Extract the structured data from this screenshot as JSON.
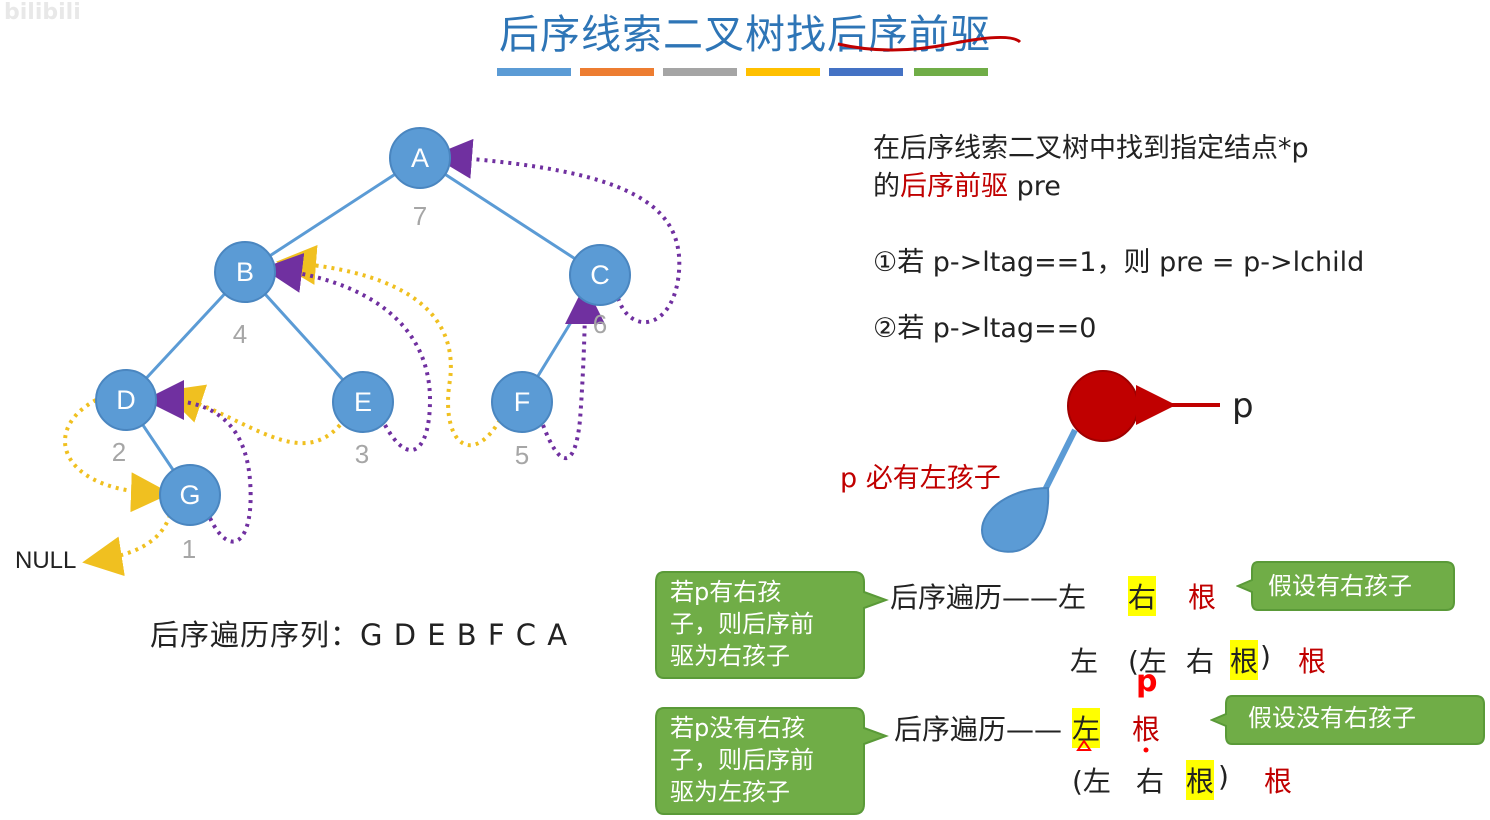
{
  "watermark": "bilibili",
  "title": "后序线索二叉树找后序前驱",
  "stripes": [
    "#5b9bd5",
    "#ed7d31",
    "#a5a5a5",
    "#ffc000",
    "#4472c4",
    "#70ad47"
  ],
  "tree": {
    "nodes": [
      {
        "label": "A",
        "order": "7"
      },
      {
        "label": "B",
        "order": "4"
      },
      {
        "label": "C",
        "order": "6"
      },
      {
        "label": "D",
        "order": "2"
      },
      {
        "label": "E",
        "order": "3"
      },
      {
        "label": "F",
        "order": "5"
      },
      {
        "label": "G",
        "order": "1"
      }
    ],
    "null_label": "NULL",
    "colors": {
      "node": "#5b9bd5",
      "edge": "#5b9bd5",
      "pred_thread": "#f0c020",
      "succ_thread": "#7030a0"
    }
  },
  "sequence": "后序遍历序列：G D E B F C A",
  "description": {
    "line1": "在后序线索二叉树中找到指定结点*p",
    "line2_prefix": "的",
    "line2_red": "后序前驱",
    "line2_suffix": " pre",
    "rule1": "①若 p->ltag==1，则 pre = p->lchild",
    "rule2": "②若 p->ltag==0"
  },
  "figure": {
    "p_label": "p",
    "note": "p 必有左孩子"
  },
  "callouts": {
    "has_right": "若p有右孩子，则后序前驱为右孩子",
    "has_right_lines": [
      "若p有右孩",
      "子，则后序前",
      "驱为右孩子"
    ],
    "no_right_lines": [
      "若p没有右孩",
      "子，则后序前",
      "驱为左孩子"
    ],
    "assume_right": "假设有右孩子",
    "assume_no_right": "假设没有右孩子"
  },
  "rows": {
    "r1_prefix": "后序遍历——左",
    "r1_right": "右",
    "r1_root": "根",
    "r2_left": "左",
    "r2_group_open": "(左",
    "r2_group_right": "右",
    "r2_group_root": "根",
    "r2_close": ")",
    "r2_root": "根",
    "r3_prefix": "后序遍历——",
    "r3_left": "左",
    "r3_root": "根",
    "r4_group_open": "(左",
    "r4_group_right": "右",
    "r4_group_root": "根",
    "r4_close": ")",
    "r4_root": "根",
    "hand_p": "p"
  }
}
